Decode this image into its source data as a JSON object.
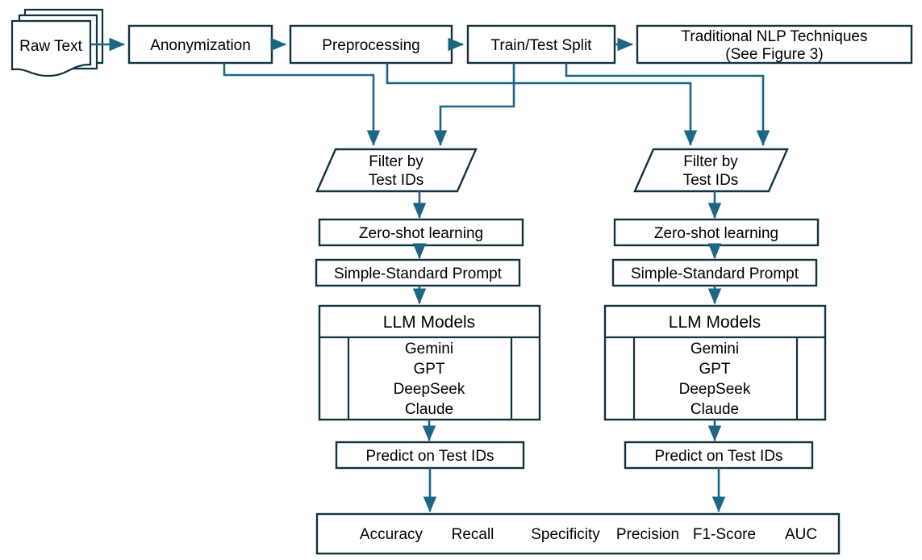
{
  "diagram": {
    "title": "LLM pipeline flowchart",
    "colors": {
      "box_border": "#11333f",
      "connector": "#1b6684",
      "background": "#ffffff",
      "text": "#000000"
    },
    "nodes": {
      "raw_text": "Raw Text",
      "anonymization": "Anonymization",
      "preprocessing": "Preprocessing",
      "train_test_split": "Train/Test Split",
      "traditional_nlp_line1": "Traditional NLP Techniques",
      "traditional_nlp_line2": "(See Figure 3)"
    },
    "branches": [
      {
        "id": "left-branch",
        "filter_line1": "Filter by",
        "filter_line2": "Test IDs",
        "zero_shot": "Zero-shot learning",
        "prompt": "Simple-Standard Prompt",
        "llm_header": "LLM Models",
        "llm_models": [
          "Gemini",
          "GPT",
          "DeepSeek",
          "Claude"
        ],
        "predict": "Predict on Test IDs"
      },
      {
        "id": "right-branch",
        "filter_line1": "Filter by",
        "filter_line2": "Test IDs",
        "zero_shot": "Zero-shot learning",
        "prompt": "Simple-Standard Prompt",
        "llm_header": "LLM Models",
        "llm_models": [
          "Gemini",
          "GPT",
          "DeepSeek",
          "Claude"
        ],
        "predict": "Predict on Test IDs"
      }
    ],
    "metrics": {
      "items": [
        "Accuracy",
        "Recall",
        "Specificity",
        "Precision",
        "F1-Score",
        "AUC"
      ]
    }
  }
}
